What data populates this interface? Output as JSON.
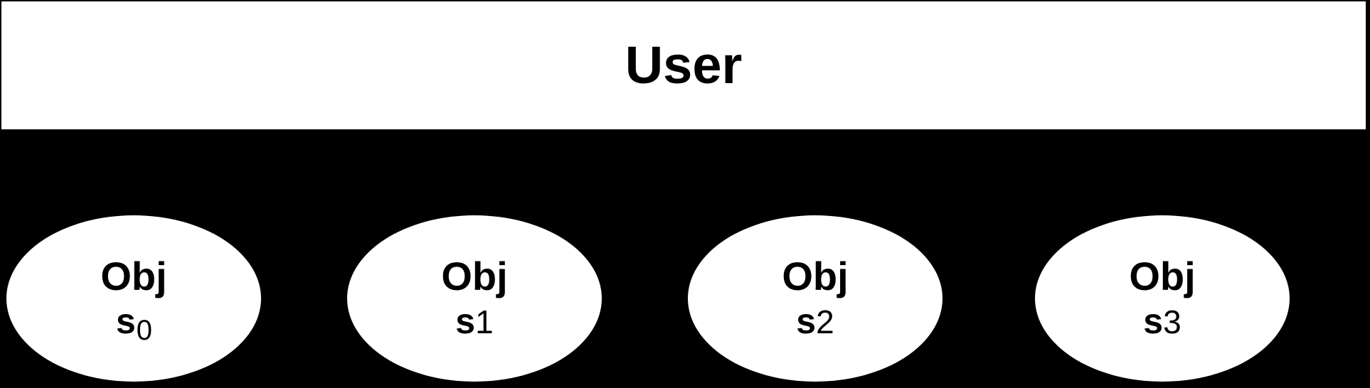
{
  "diagram": {
    "background_color": "#000000",
    "shape_fill": "#ffffff",
    "text_color": "#000000",
    "user_box": {
      "label": "User"
    },
    "objects": [
      {
        "line1": "Obj",
        "state_base": "s",
        "state_index": "0",
        "index_is_subscript": true
      },
      {
        "line1": "Obj",
        "state_base": "s",
        "state_index": "1",
        "index_is_subscript": false
      },
      {
        "line1": "Obj",
        "state_base": "s",
        "state_index": "2",
        "index_is_subscript": false
      },
      {
        "line1": "Obj",
        "state_base": "s",
        "state_index": "3",
        "index_is_subscript": false
      }
    ]
  }
}
